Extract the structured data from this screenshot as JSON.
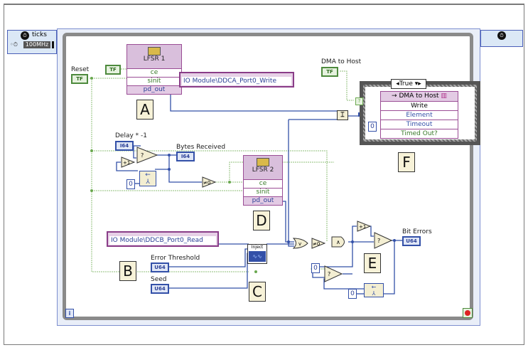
{
  "timed_loop": {
    "left_terminal": {
      "title": "ticks",
      "clock_source": "100MHz"
    },
    "right_terminal": {
      "icon": "timer-icon"
    }
  },
  "controls": {
    "reset": {
      "label": "Reset",
      "type": "TF"
    },
    "lfsr1_ce_const": {
      "type": "TF"
    },
    "delay": {
      "label": "Delay * -1",
      "type": "I64"
    },
    "bytes_received": {
      "label": "Bytes Received",
      "type": "I64"
    },
    "error_threshold": {
      "label": "Error Threshold",
      "type": "U64"
    },
    "seed": {
      "label": "Seed",
      "type": "U64"
    },
    "dma_to_host": {
      "label": "DMA to Host",
      "type": "TF"
    },
    "bit_errors": {
      "label": "Bit Errors",
      "type": "U64"
    }
  },
  "lfsr1": {
    "title": "LFSR 1",
    "ports": [
      "ce",
      "sinit",
      "pd_out"
    ]
  },
  "lfsr2": {
    "title": "LFSR 2",
    "ports": [
      "ce",
      "sinit",
      "pd_out"
    ]
  },
  "fifo_write": {
    "text": "IO Module\\DDCA_Port0_Write"
  },
  "fifo_read": {
    "text": "IO Module\\DDCB_Port0_Read"
  },
  "inject": {
    "label": "Inject"
  },
  "case_structure": {
    "selector": "True"
  },
  "dma_node": {
    "title": "DMA to Host",
    "rows": [
      "Write",
      "Element",
      "Timeout",
      "Timed Out?"
    ]
  },
  "constants": {
    "zero": "0",
    "plus_one": "+1",
    "neq_zero": "≠0"
  },
  "sections": [
    "A",
    "B",
    "C",
    "D",
    "E",
    "F"
  ],
  "colors": {
    "boolean_wire": "#6aa84f",
    "integer_wire": "#3350a8",
    "fpga_node": "#9a4d95",
    "loop_border": "#8a8a8a"
  }
}
